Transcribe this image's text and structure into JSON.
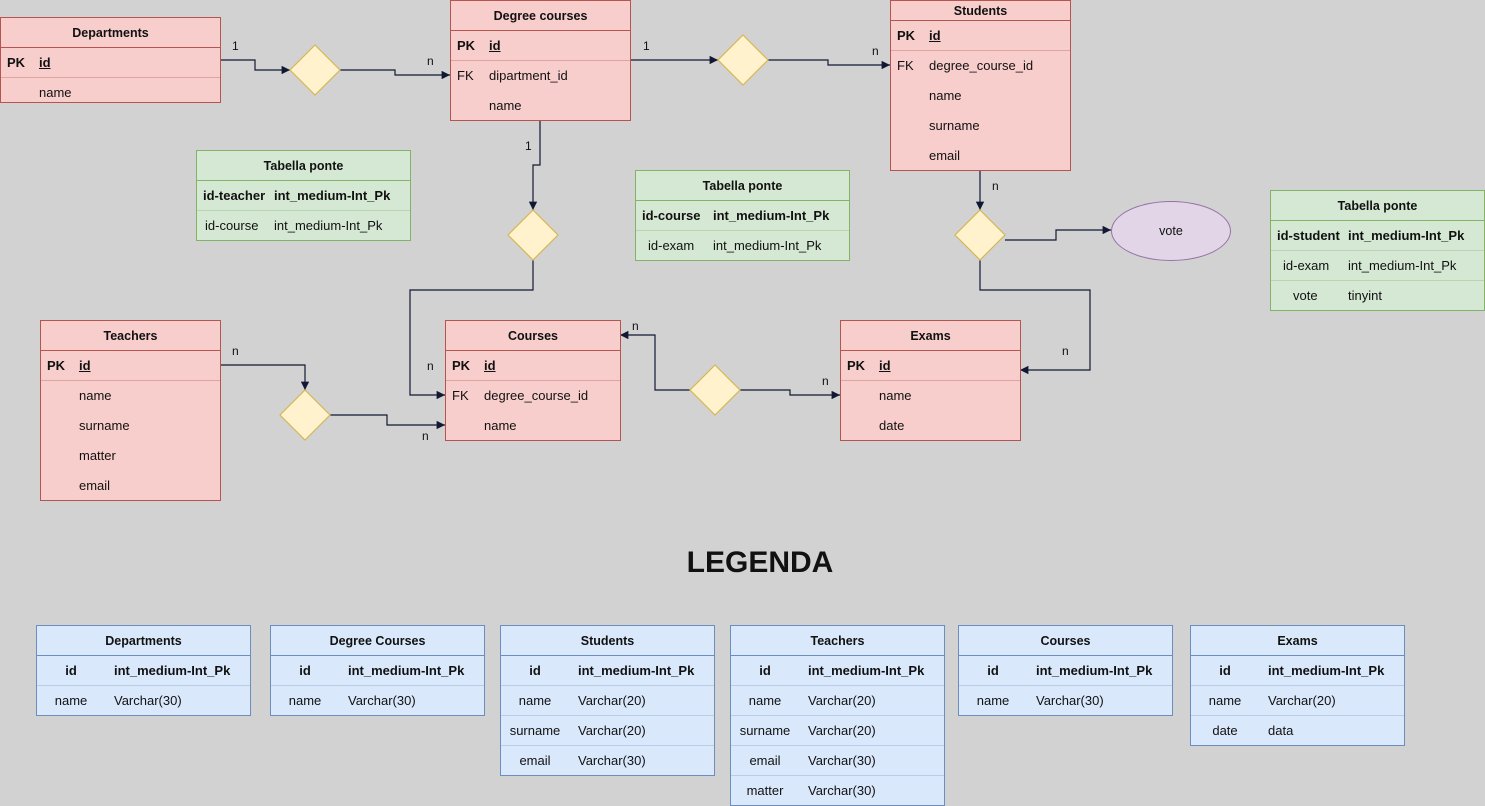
{
  "er": {
    "departments": {
      "title": "Departments",
      "pk": "PK",
      "id": "id",
      "name": "name"
    },
    "degree_courses": {
      "title": "Degree courses",
      "pk": "PK",
      "id": "id",
      "fk": "FK",
      "fk_field": "dipartment_id",
      "name": "name"
    },
    "students": {
      "title": "Students",
      "pk": "PK",
      "id": "id",
      "fk": "FK",
      "fk_field": "degree_course_id",
      "fields": [
        "name",
        "surname",
        "email"
      ]
    },
    "teachers": {
      "title": "Teachers",
      "pk": "PK",
      "id": "id",
      "fields": [
        "name",
        "surname",
        "matter",
        "email"
      ]
    },
    "courses": {
      "title": "Courses",
      "pk": "PK",
      "id": "id",
      "fk": "FK",
      "fk_field": "degree_course_id",
      "name": "name"
    },
    "exams": {
      "title": "Exams",
      "pk": "PK",
      "id": "id",
      "fields": [
        "name",
        "date"
      ]
    }
  },
  "bridges": {
    "teacher_course": {
      "title": "Tabella ponte",
      "rows": [
        {
          "k": "id-teacher",
          "v": "int_medium-Int_Pk"
        },
        {
          "k": "id-course",
          "v": "int_medium-Int_Pk"
        }
      ]
    },
    "course_exam": {
      "title": "Tabella ponte",
      "rows": [
        {
          "k": "id-course",
          "v": "int_medium-Int_Pk"
        },
        {
          "k": "id-exam",
          "v": "int_medium-Int_Pk"
        }
      ]
    },
    "student_exam": {
      "title": "Tabella ponte",
      "rows": [
        {
          "k": "id-student",
          "v": "int_medium-Int_Pk"
        },
        {
          "k": "id-exam",
          "v": "int_medium-Int_Pk"
        },
        {
          "k": "vote",
          "v": "tinyint"
        }
      ]
    }
  },
  "vote_attribute": "vote",
  "cardinality": {
    "one": "1",
    "many": "n"
  },
  "legend": {
    "title": "LEGENDA",
    "tables": [
      {
        "title": "Departments",
        "rows": [
          {
            "k": "id",
            "v": "int_medium-Int_Pk"
          },
          {
            "k": "name",
            "v": "Varchar(30)"
          }
        ]
      },
      {
        "title": "Degree Courses",
        "rows": [
          {
            "k": "id",
            "v": "int_medium-Int_Pk"
          },
          {
            "k": "name",
            "v": "Varchar(30)"
          }
        ]
      },
      {
        "title": "Students",
        "rows": [
          {
            "k": "id",
            "v": "int_medium-Int_Pk"
          },
          {
            "k": "name",
            "v": "Varchar(20)"
          },
          {
            "k": "surname",
            "v": "Varchar(20)"
          },
          {
            "k": "email",
            "v": "Varchar(30)"
          }
        ]
      },
      {
        "title": "Teachers",
        "rows": [
          {
            "k": "id",
            "v": "int_medium-Int_Pk"
          },
          {
            "k": "name",
            "v": "Varchar(20)"
          },
          {
            "k": "surname",
            "v": "Varchar(20)"
          },
          {
            "k": "email",
            "v": "Varchar(30)"
          },
          {
            "k": "matter",
            "v": "Varchar(30)"
          }
        ]
      },
      {
        "title": "Courses",
        "rows": [
          {
            "k": "id",
            "v": "int_medium-Int_Pk"
          },
          {
            "k": "name",
            "v": "Varchar(30)"
          }
        ]
      },
      {
        "title": "Exams",
        "rows": [
          {
            "k": "id",
            "v": "int_medium-Int_Pk"
          },
          {
            "k": "name",
            "v": "Varchar(20)"
          },
          {
            "k": "date",
            "v": "data"
          }
        ]
      }
    ]
  }
}
